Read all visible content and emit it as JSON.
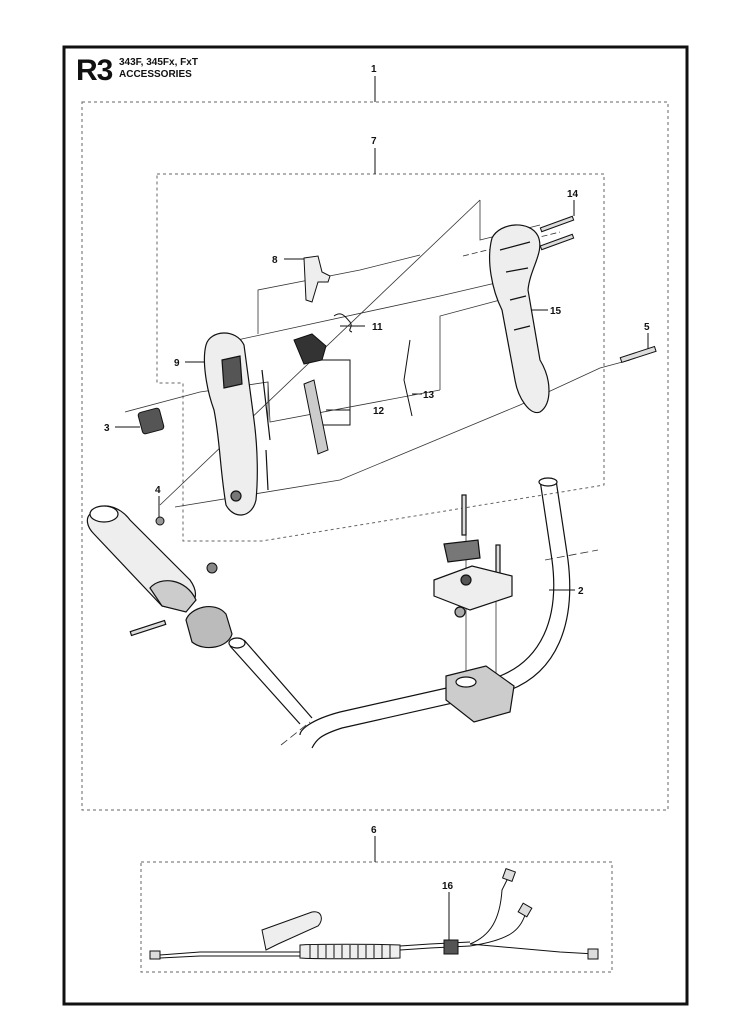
{
  "header": {
    "code": "R3",
    "models": "343F, 345Fx, FxT",
    "title": "ACCESSORIES"
  },
  "callouts": {
    "c1": "1",
    "c2": "2",
    "c3": "3",
    "c4": "4",
    "c5": "5",
    "c6": "6",
    "c7": "7",
    "c8": "8",
    "c9": "9",
    "c11": "11",
    "c12": "12",
    "c13": "13",
    "c14": "14",
    "c15": "15",
    "c16": "16"
  },
  "colors": {
    "line": "#111111",
    "part_fill": "#e8e8e8",
    "part_dark": "#555555"
  }
}
